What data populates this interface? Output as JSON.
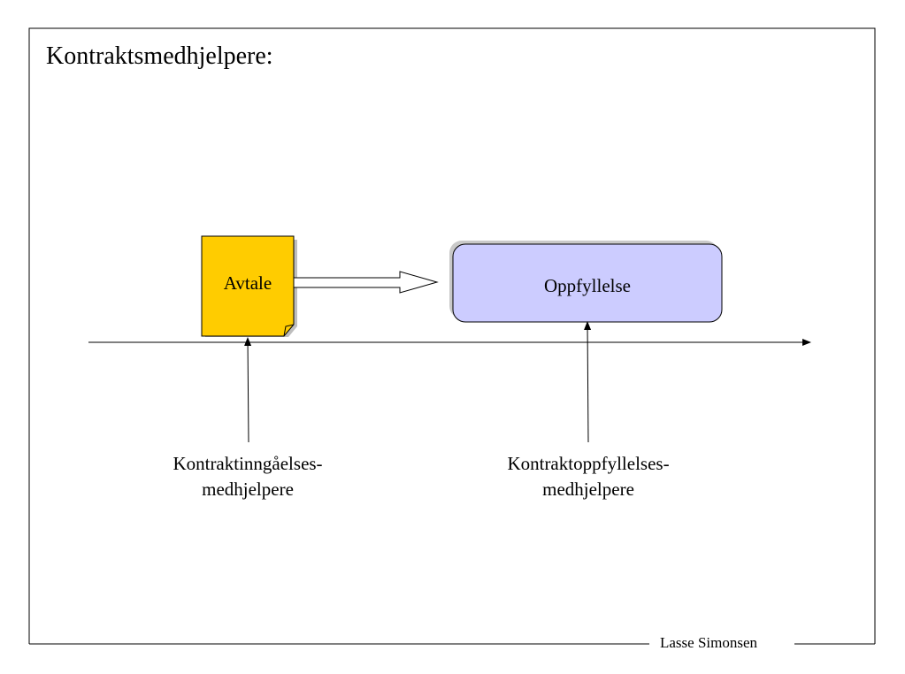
{
  "title": "Kontraktsmedhjelpere:",
  "nodes": {
    "avtale": "Avtale",
    "oppfyllelse": "Oppfyllelse"
  },
  "captions": {
    "left_line1": "Kontraktinngåelses-",
    "left_line2": "medhjelpere",
    "right_line1": "Kontraktoppfyllelses-",
    "right_line2": "medhjelpere"
  },
  "footer": "Lasse Simonsen",
  "colors": {
    "avtale_fill": "#FFCC00",
    "oppfyllelse_fill": "#CCCCFF",
    "stroke": "#000000"
  }
}
